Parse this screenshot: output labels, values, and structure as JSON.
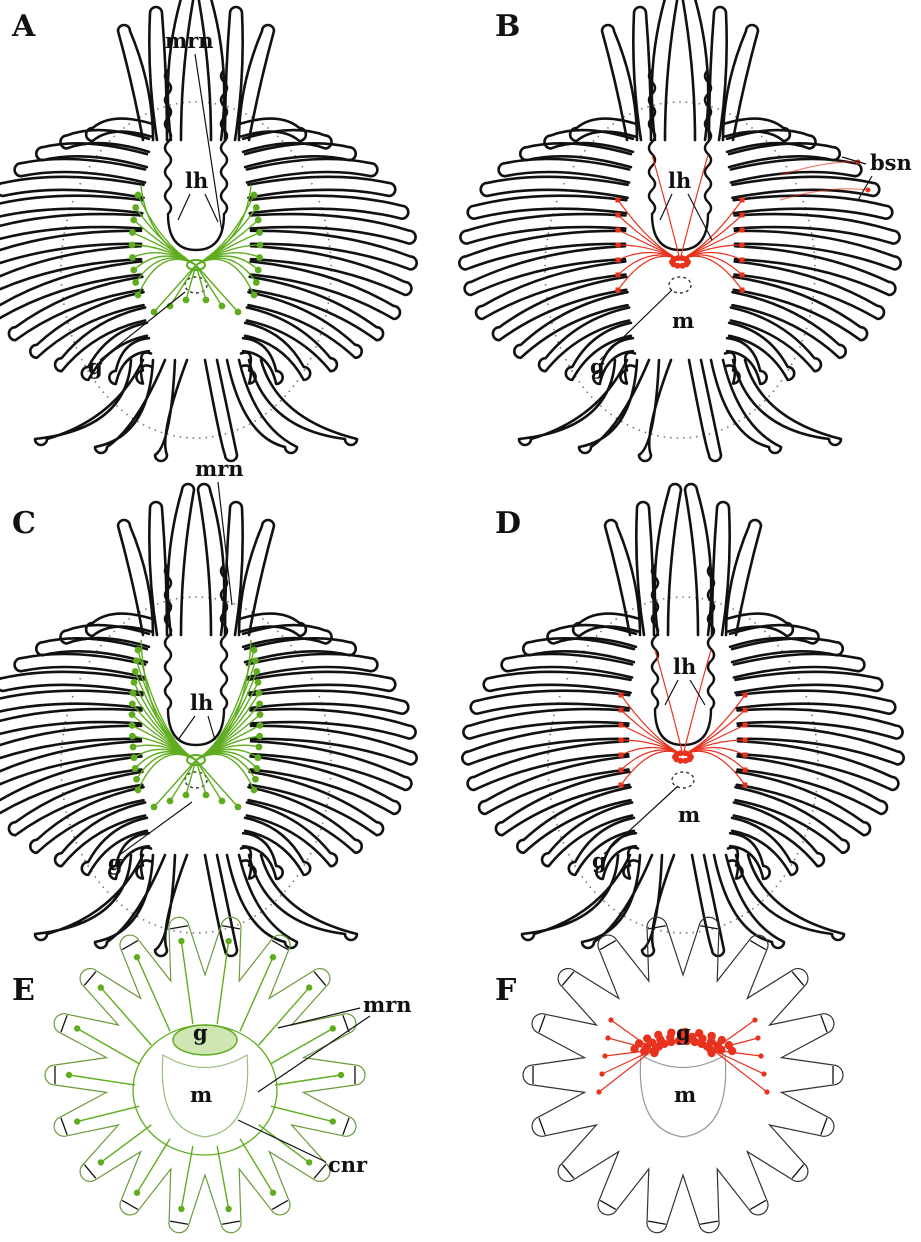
{
  "panels": [
    {
      "letter": "A",
      "labels": {
        "mrn": "mrn",
        "lh": "lh",
        "g": "g"
      }
    },
    {
      "letter": "B",
      "labels": {
        "bsn": "bsn",
        "lh": "lh",
        "m": "m",
        "g": "g"
      }
    },
    {
      "letter": "C",
      "labels": {
        "mrn": "mrn",
        "lh": "lh",
        "g": "g"
      }
    },
    {
      "letter": "D",
      "labels": {
        "lh": "lh",
        "m": "m",
        "g": "g"
      }
    },
    {
      "letter": "E",
      "labels": {
        "mrn": "mrn",
        "g": "g",
        "m": "m",
        "cnr": "cnr"
      }
    },
    {
      "letter": "F",
      "labels": {
        "g": "g",
        "m": "m"
      }
    }
  ],
  "colors": {
    "outline": "#111111",
    "green_nerves": "#5fad1f",
    "red_neurons": "#e8321e"
  }
}
